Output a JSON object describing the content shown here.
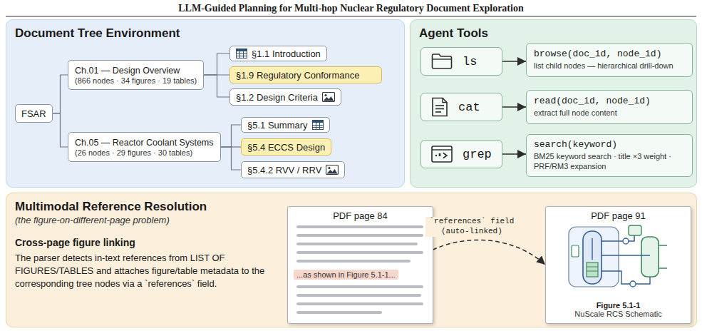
{
  "diagram": {
    "title": "LLM-Guided Planning for Multi-hop Nuclear Regulatory Document Exploration",
    "nodes": [
      {
        "text": [
          "Document Tree Environment"
        ]
      },
      {
        "text": [
          "FSAR"
        ],
        "in": 0
      },
      {
        "text": [
          "Ch.01 — Design Overview",
          "(866 nodes · 34 figures · 19 tables)"
        ],
        "in": 0
      },
      {
        "text": [
          "§1.1 Introduction"
        ],
        "in": 0
      },
      {
        "text": [
          "§1.9 Regulatory Conformance"
        ],
        "in": 0
      },
      {
        "text": [
          "§1.2 Design Criteria"
        ],
        "in": 0
      },
      {
        "text": [
          "Ch.05 — Reactor Coolant Systems",
          "(26 nodes · 29 figures · 30 tables)"
        ],
        "in": 0
      },
      {
        "text": [
          "§5.1 Summary"
        ],
        "in": 0
      },
      {
        "text": [
          "§5.4 ECCS Design"
        ],
        "in": 0
      },
      {
        "text": [
          "§5.4.2 RVV / RRV"
        ],
        "in": 0
      },
      {
        "text": [
          "Agent Tools"
        ]
      },
      {
        "text": [
          "ls"
        ],
        "in": 10
      },
      {
        "text": [
          "browse(doc_id, node_id)",
          "list child nodes — hierarchical drill-down"
        ],
        "in": 10
      },
      {
        "text": [
          "cat"
        ],
        "in": 10
      },
      {
        "text": [
          "read(doc_id, node_id)",
          "extract full node content"
        ],
        "in": 10
      },
      {
        "text": [
          "grep"
        ],
        "in": 10
      },
      {
        "text": [
          "search(keyword)",
          "BM25 keyword search · title ×3 weight · PRF/RM3 expansion"
        ],
        "in": 10
      },
      {
        "text": [
          "Multimodal Reference Resolution",
          "(the figure-on-different-page problem)",
          "Cross-page figure linking",
          "The parser detects in-text references from LIST OF FIGURES/TABLES and attaches figure/table metadata to the corresponding tree nodes via a `references` field."
        ]
      },
      {
        "text": [
          "PDF page 84"
        ],
        "in": 17
      },
      {
        "text": [
          "...as shown in Figure 5.1-1..."
        ],
        "in": 18
      },
      {
        "text": [
          "PDF page 91",
          "Figure 5.1-1",
          "NuScale RCS Schematic"
        ],
        "in": 17
      }
    ],
    "edges": [
      {
        "from": 1,
        "to": 2,
        "arrow": "none"
      },
      {
        "from": 1,
        "to": 6,
        "arrow": "none"
      },
      {
        "from": 2,
        "to": 3,
        "arrow": "none"
      },
      {
        "from": 2,
        "to": 4,
        "arrow": "none"
      },
      {
        "from": 2,
        "to": 5,
        "arrow": "none"
      },
      {
        "from": 6,
        "to": 7,
        "arrow": "none"
      },
      {
        "from": 6,
        "to": 8,
        "arrow": "none"
      },
      {
        "from": 6,
        "to": 9,
        "arrow": "none"
      },
      {
        "from": 11,
        "to": 12,
        "arrow": "to"
      },
      {
        "from": 13,
        "to": 14,
        "arrow": "to"
      },
      {
        "from": 15,
        "to": 16,
        "arrow": "to"
      },
      {
        "from": 19,
        "to": 20,
        "label": "`references` field (auto-linked)",
        "arrow": "to"
      }
    ]
  }
}
